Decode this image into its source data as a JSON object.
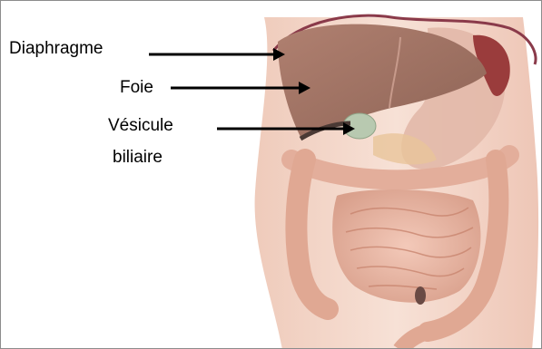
{
  "labels": {
    "diaphragme": "Diaphragme",
    "foie": "Foie",
    "vesicule_line1": "Vésicule",
    "vesicule_line2": "biliaire"
  },
  "icons": [
    "anatomy-illustration",
    "arrow-right-icon"
  ],
  "colors": {
    "skin": "#f2d5c8",
    "liver": "#a9786a",
    "gallbladder": "#b8c9b0",
    "diaphragm_line": "#8a3a4a",
    "intestine": "#e8b7a6",
    "arrow": "#000000"
  }
}
